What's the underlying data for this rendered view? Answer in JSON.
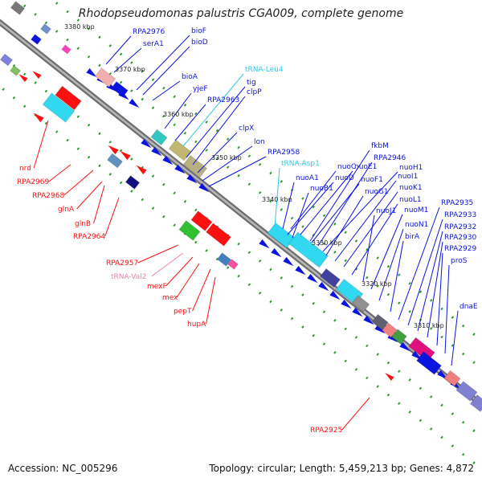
{
  "title": "Rhodopseudomonas palustris CGA009, complete genome",
  "footer": {
    "accession": "Accession: NC_005296",
    "topology": "Topology: circular; Length: 5,459,213 bp; Genes: 4,872"
  },
  "colors": {
    "forward_gene": "#0a14e0",
    "reverse_gene": "#ff1010",
    "trna": "#30c8e8",
    "rrna_pink": "#f080b0",
    "backbone": "#8c8c8c",
    "dots": "#2a9a2a"
  },
  "ticks": [
    "3380 kbp",
    "3370 kbp",
    "3360 kbp",
    "3350 kbp",
    "3340 kbp",
    "3330 kbp",
    "3320 kbp",
    "3310 kbp"
  ],
  "forward_labels": [
    "RPA2976",
    "serA1",
    "bioF",
    "bioD",
    "bioA",
    "yjeF",
    "tRNA-Leu4",
    "tig",
    "clpP",
    "RPA2963",
    "clpX",
    "lon",
    "RPA2958",
    "tRNA-Asp1",
    "fkbM",
    "RPA2946",
    "nuoC",
    "nuoE1",
    "nuoA1",
    "nuoD",
    "nuoF1",
    "nuoH1",
    "nuoB1",
    "nuoG1",
    "nuoI1",
    "nuoK1",
    "nuoL1",
    "nuoJ1",
    "nuoM1",
    "nuoN1",
    "birA",
    "RPA2935",
    "RPA2933",
    "RPA2932",
    "RPA2930",
    "RPA2929",
    "proS",
    "dnaE"
  ],
  "reverse_labels": [
    "nrd",
    "RPA2969",
    "RPA2968",
    "glnA",
    "glnB",
    "RPA2964",
    "RPA2957",
    "tRNA-Val2",
    "mexF",
    "mex",
    "pepT",
    "hupA",
    "RPA2925"
  ]
}
